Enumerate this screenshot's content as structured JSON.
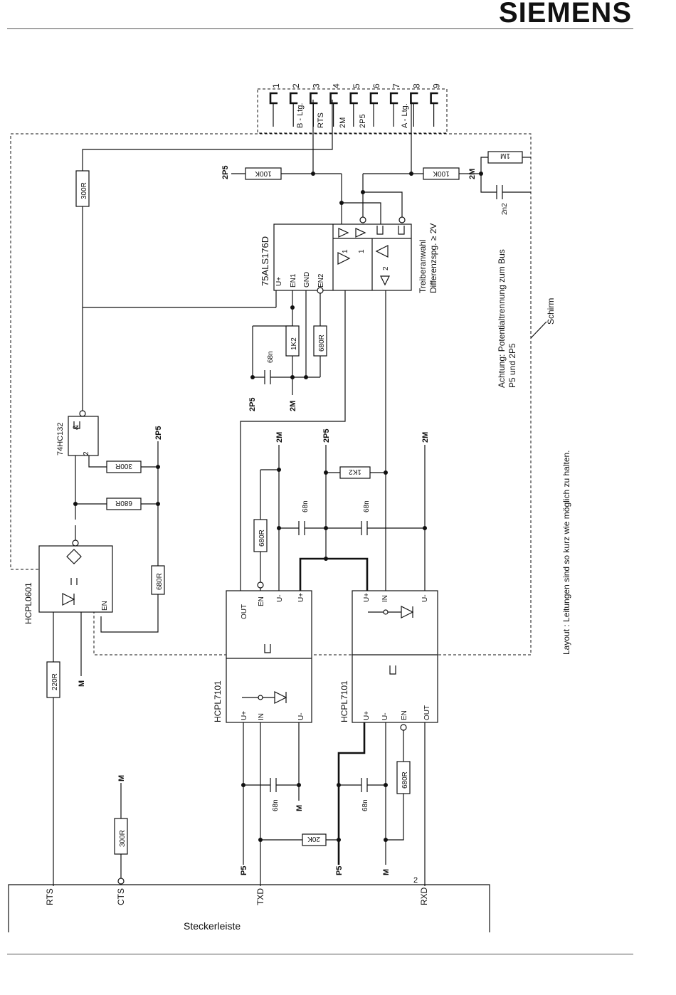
{
  "header": {
    "logo": "SIEMENS"
  },
  "connector": {
    "pin_numbers": [
      "1",
      "2",
      "3",
      "4",
      "5",
      "6",
      "7",
      "8",
      "9"
    ],
    "pin_labels": [
      "B - Ltg.",
      "RTS",
      "2M",
      "2P5",
      "A - Ltg."
    ]
  },
  "ics": {
    "u_75als176d": "75ALS176D",
    "u_74hc132": "74HC132",
    "u_hcpl0601": "HCPL0601",
    "u_hcpl7101_a": "HCPL7101",
    "u_hcpl7101_b": "HCPL7101"
  },
  "pins": {
    "u_plus": "U+",
    "u_minus": "U-",
    "en1": "EN1",
    "gnd": "GND",
    "en2": "EN2",
    "en": "EN",
    "in": "IN",
    "out": "OUT",
    "nand": "&",
    "two": "2",
    "one": "1"
  },
  "components": {
    "r_300R": "300R",
    "r_100K": "100K",
    "r_1M": "1M",
    "r_1K2": "1K2",
    "r_680R": "680R",
    "r_220R": "220R",
    "r_20K": "20K",
    "c_68n": "68n",
    "c_2n2": "2n2"
  },
  "nets": {
    "p5": "P5",
    "m": "M",
    "two_p5": "2P5",
    "two_m": "2M"
  },
  "notes": {
    "treiber_1": "Treiberanwahl",
    "treiber_2": "Differenzspg. ≥ 2V",
    "achtung_1": "Achtung: Potentialtrennung zum Bus",
    "achtung_2": "P5 und 2P5",
    "schirm": "Schirm",
    "layout": "Layout : Leitungen sind so kurz wie möglich zu halten."
  },
  "bottom_connector": {
    "title": "Steckerleiste",
    "signals": [
      "RTS",
      "CTS",
      "TXD",
      "RXD"
    ],
    "pin_number": "2"
  }
}
